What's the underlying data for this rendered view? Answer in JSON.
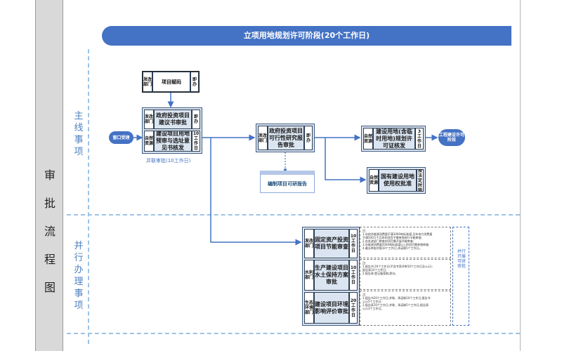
{
  "side_title": [
    "审",
    "批",
    "流",
    "程",
    "图"
  ],
  "lanes": {
    "main": [
      "主",
      "线",
      "事",
      "项"
    ],
    "parallel": [
      "并",
      "行",
      "办",
      "理",
      "事",
      "项"
    ]
  },
  "banner": "立项用地规划许可阶段(20个工作日)",
  "start_oval": "窗口受理",
  "end_oval": "工程建设许可阶段",
  "top_box": {
    "dept": "发改部门",
    "name": "项目赋码",
    "days": "即办"
  },
  "joint_group": {
    "items": [
      {
        "dept": "发改部门",
        "name": "政府投资项目建议书审批",
        "days": "即办"
      },
      {
        "dept": "自然资源",
        "name": "建设项目用地预审与选址意见书核发",
        "days": "10工作日"
      }
    ],
    "caption": "并联审批(10工作日)"
  },
  "feasibility": {
    "dept": "发改部门",
    "name": "政府投资项目可行性研究报告审批",
    "days": "即办"
  },
  "report": "编制项目可研报告",
  "land_permit": {
    "dept": "自然资源",
    "name": "建设用地(含临时用地)规划许可证核发",
    "days": "3工作日"
  },
  "land_approval": {
    "dept": "自然资源",
    "name": "国有建设用地使用权批准",
    "days": "按法定时限"
  },
  "parallel_items": [
    {
      "dept": "发改部门",
      "name": "固定资产投资项目节能审查",
      "days": "10工作日",
      "notes": [
        "注:",
        "1.年综合能源消费量不满1000吨标准煤,且年电力消费量",
        "不满500万千瓦时的项目不需单独进行节能审查;",
        "2.由发改部门审查的项目需开展节能审查;",
        "3.年能源消费量5000吨标准煤以上的项目需单独审查;",
        "4.最长审批时限10个工作日,承诺制5个工作日。"
      ]
    },
    {
      "dept": "水利部门",
      "name": "生产建设项目水土保持方案审批",
      "days": "10工作日",
      "notes": [
        "注:",
        "1.报告书:20个工作日(不含专家评审10个工作日及公示);",
        "报告表10个工作日;",
        "2.报告表:登记备案制,即办。"
      ]
    },
    {
      "dept": "生态环境部门",
      "name": "建设项目环境影响评价审批",
      "days": "20工作日",
      "notes": [
        "注:",
        "1.报告书20个工作日,并联、承诺制10个工作日,报告书",
        "公示5个工作日;",
        "2.报告表10个工作日,并联、承诺制5个工作日,报告表",
        "公示3个工作日。"
      ]
    }
  ],
  "parallel_note": "并行开展可研审批"
}
